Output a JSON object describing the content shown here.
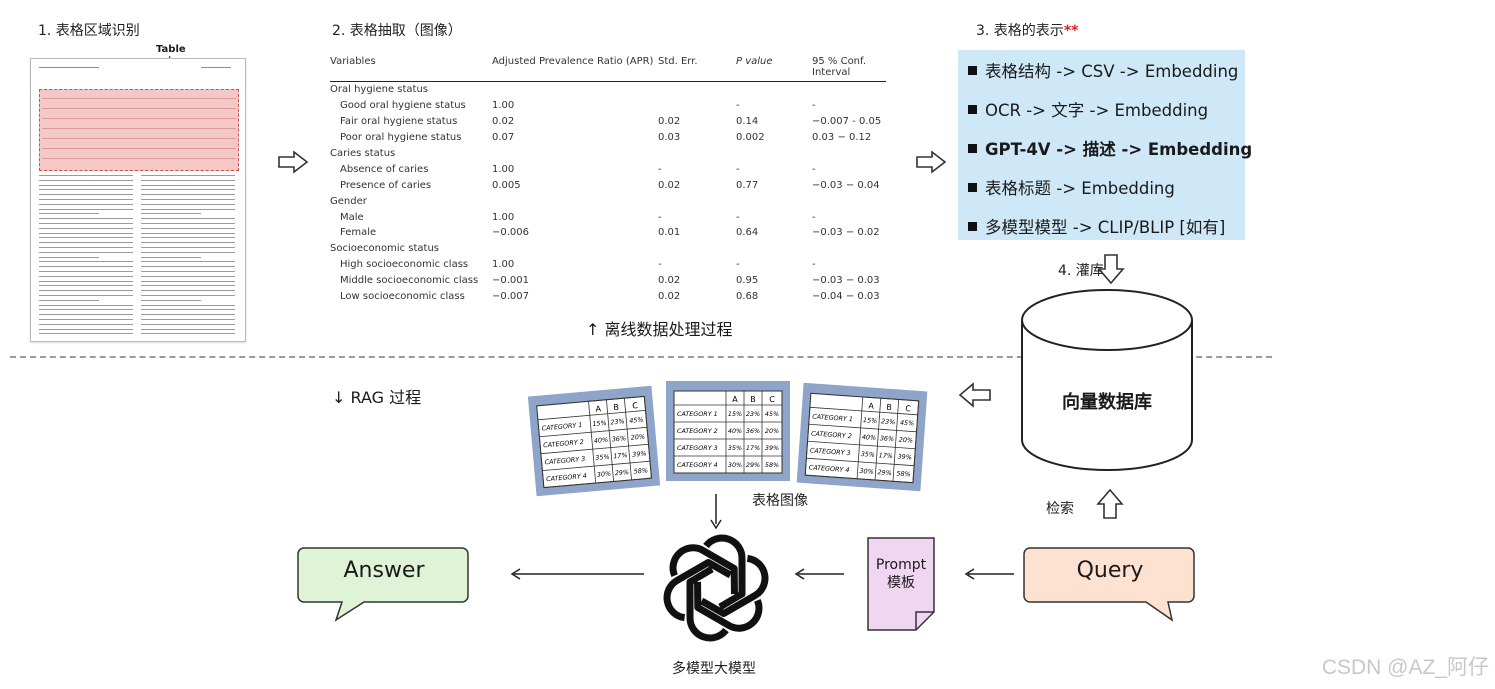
{
  "steps": {
    "s1": "1. 表格区域识别",
    "s2": "2. 表格抽取（图像）",
    "s3_prefix": "3. 表格的表示",
    "s3_mark": "**",
    "s4": "4. 灌库"
  },
  "doc_thumb": {
    "table_callout": "Table"
  },
  "extract_table": {
    "headers": [
      "Variables",
      "Adjusted Prevalence Ratio (APR)",
      "Std. Err.",
      "P value",
      "95 % Conf. Interval"
    ],
    "rows": [
      {
        "cells": [
          "Oral hygiene status",
          "",
          "",
          "",
          ""
        ],
        "sub": false
      },
      {
        "cells": [
          "Good oral hygiene status",
          "1.00",
          "",
          "-",
          "-"
        ],
        "sub": true
      },
      {
        "cells": [
          "Fair oral hygiene status",
          "0.02",
          "0.02",
          "0.14",
          "−0.007 - 0.05"
        ],
        "sub": true
      },
      {
        "cells": [
          "Poor oral hygiene status",
          "0.07",
          "0.03",
          "0.002",
          "0.03 − 0.12"
        ],
        "sub": true
      },
      {
        "cells": [
          "Caries status",
          "",
          "",
          "",
          ""
        ],
        "sub": false
      },
      {
        "cells": [
          "Absence of caries",
          "1.00",
          "-",
          "-",
          "-"
        ],
        "sub": true
      },
      {
        "cells": [
          "Presence of caries",
          "0.005",
          "0.02",
          "0.77",
          "−0.03 − 0.04"
        ],
        "sub": true
      },
      {
        "cells": [
          "Gender",
          "",
          "",
          "",
          ""
        ],
        "sub": false
      },
      {
        "cells": [
          "Male",
          "1.00",
          "-",
          "-",
          "-"
        ],
        "sub": true
      },
      {
        "cells": [
          "Female",
          "−0.006",
          "0.01",
          "0.64",
          "−0.03 − 0.02"
        ],
        "sub": true
      },
      {
        "cells": [
          "Socioeconomic status",
          "",
          "",
          "",
          ""
        ],
        "sub": false
      },
      {
        "cells": [
          "High socioeconomic class",
          "1.00",
          "-",
          "-",
          "-"
        ],
        "sub": true
      },
      {
        "cells": [
          "Middle socioeconomic class",
          "−0.001",
          "0.02",
          "0.95",
          "−0.03 − 0.03"
        ],
        "sub": true
      },
      {
        "cells": [
          "Low socioeconomic class",
          "−0.007",
          "0.02",
          "0.68",
          "−0.04 − 0.03"
        ],
        "sub": true
      }
    ]
  },
  "representations": [
    {
      "text": "表格结构 -> CSV -> Embedding",
      "bold": false
    },
    {
      "text": "OCR -> 文字 -> Embedding",
      "bold": false
    },
    {
      "text": "GPT-4V -> 描述 -> Embedding",
      "bold": true
    },
    {
      "text": "表格标题 -> Embedding",
      "bold": false
    },
    {
      "text": "多模型模型 -> CLIP/BLIP [如有]",
      "bold": false
    }
  ],
  "labels": {
    "offline": "↑ 离线数据处理过程",
    "rag": "↓ RAG 过程",
    "vector_db": "向量数据库",
    "table_images": "表格图像",
    "retrieve": "检索",
    "prompt_line1": "Prompt",
    "prompt_line2": "模板",
    "llm": "多模型大模型",
    "answer": "Answer",
    "query": "Query"
  },
  "table_cards": {
    "header": [
      "A",
      "B",
      "C"
    ],
    "rows": [
      [
        "CATEGORY 1",
        "15%",
        "23%",
        "45%"
      ],
      [
        "CATEGORY 2",
        "40%",
        "36%",
        "20%"
      ],
      [
        "CATEGORY 3",
        "35%",
        "17%",
        "39%"
      ],
      [
        "CATEGORY 4",
        "30%",
        "29%",
        "58%"
      ]
    ]
  },
  "watermark": "CSDN @AZ_阿仔",
  "colors": {
    "representation_bg": "#cfe8f8",
    "answer_bubble": "#dff3d6",
    "query_bubble": "#fde2d2",
    "prompt_note": "#f0d6f2",
    "table_card_bg": "#8ea4c8",
    "doc_table_highlight": "#f5c8c8",
    "accent_red": "#e02020"
  }
}
